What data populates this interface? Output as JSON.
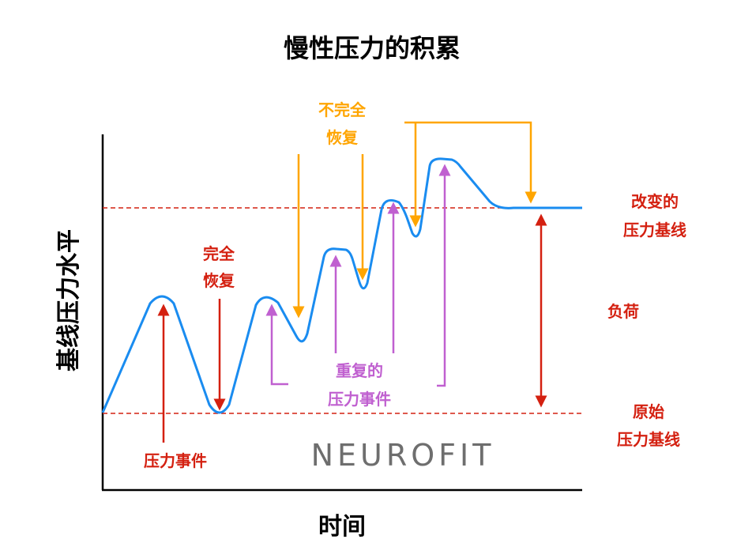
{
  "title": "慢性压力的积累",
  "x_axis_label": "时间",
  "y_axis_label": "基线压力水平",
  "watermark": "NEUROFIT",
  "labels": {
    "complete_recovery": [
      "完全",
      "恢复"
    ],
    "incomplete_recovery": [
      "不完全",
      "恢复"
    ],
    "stress_event": "压力事件",
    "repeated_stress_events": [
      "重复的",
      "压力事件"
    ],
    "changed_baseline": [
      "改变的",
      "压力基线"
    ],
    "load": "负荷",
    "original_baseline": [
      "原始",
      "压力基线"
    ]
  },
  "colors": {
    "curve": "#1a8cf0",
    "red": "#d42010",
    "orange": "#ffa500",
    "purple": "#c060d0",
    "watermark": "#6e6e6e"
  }
}
